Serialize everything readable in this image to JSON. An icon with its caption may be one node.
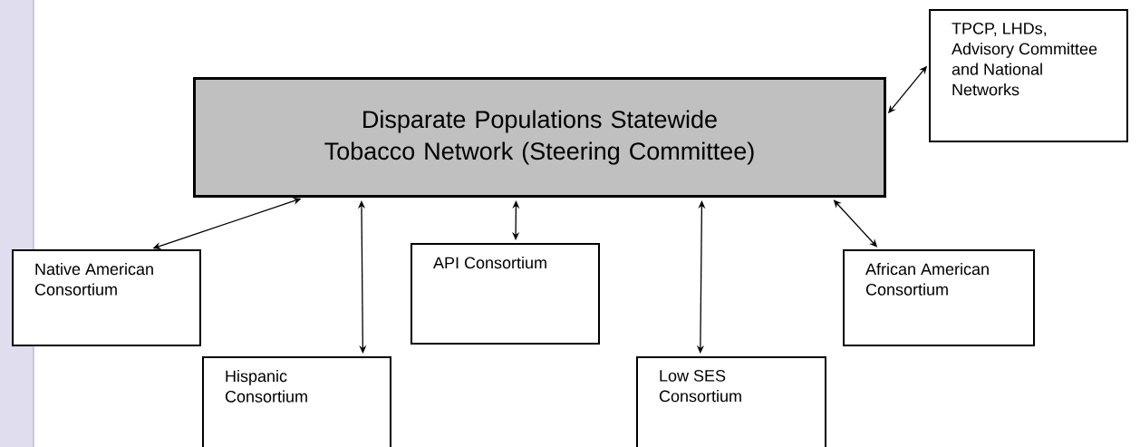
{
  "diagram": {
    "nodes": [
      {
        "text": [
          "Disparate Populations Statewide Tobacco Network (Steering Committee)"
        ]
      },
      {
        "text": [
          "TPCP, LHDs, Advisory Committee and National Networks"
        ]
      },
      {
        "text": [
          "Native American Consortium"
        ]
      },
      {
        "text": [
          "API Consortium"
        ]
      },
      {
        "text": [
          "African American Consortium"
        ]
      },
      {
        "text": [
          "Hispanic Consortium"
        ]
      },
      {
        "text": [
          "Low SES Consortium"
        ]
      }
    ],
    "edges": [
      {
        "from": 0,
        "to": 1,
        "arrow": "both"
      },
      {
        "from": 0,
        "to": 2,
        "arrow": "both"
      },
      {
        "from": 0,
        "to": 5,
        "arrow": "both"
      },
      {
        "from": 0,
        "to": 3,
        "arrow": "both"
      },
      {
        "from": 0,
        "to": 6,
        "arrow": "both"
      },
      {
        "from": 0,
        "to": 4,
        "arrow": "both"
      }
    ]
  }
}
